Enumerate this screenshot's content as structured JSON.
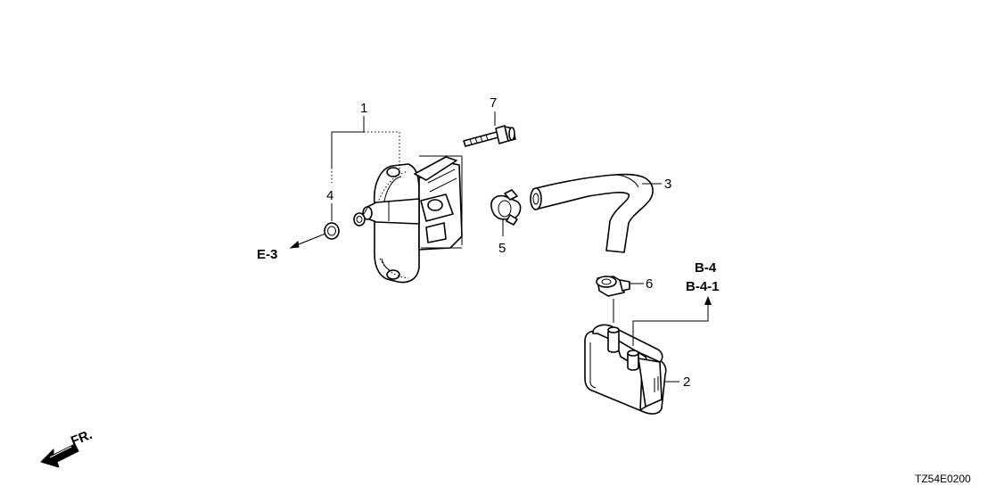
{
  "callouts": {
    "c1": "1",
    "c2": "2",
    "c3": "3",
    "c4": "4",
    "c5": "5",
    "c6": "6",
    "c7": "7"
  },
  "references": {
    "e3": "E-3",
    "b4": "B-4",
    "b41": "B-4-1"
  },
  "front_label": "FR.",
  "diagram_code": "TZ54E0200"
}
